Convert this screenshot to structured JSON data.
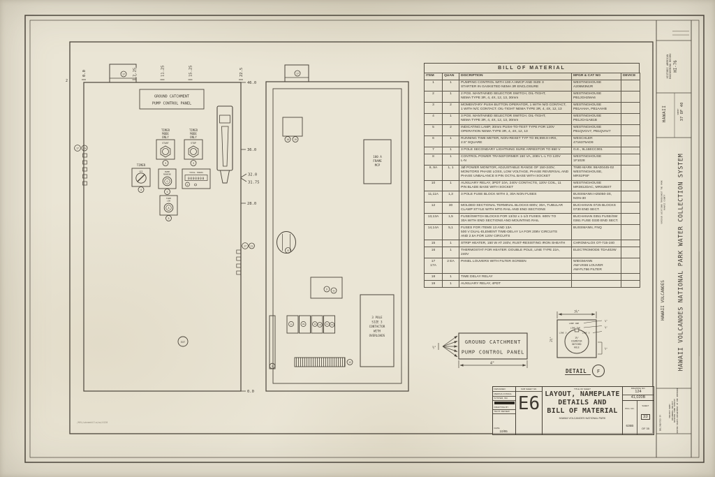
{
  "left_panel": {
    "top_dims": [
      "0.0",
      "7.25",
      "11.25",
      "15.25",
      "22.5"
    ],
    "right_dims": [
      "46.0",
      "36.0",
      "32.0",
      "31.75",
      "28.0",
      "0.0"
    ],
    "nameplate_line1": "GROUND CATCHMENT",
    "nameplate_line2": "PUMP CONTROL PANEL",
    "timer_mode_1": "TIMER",
    "timer_mode_2": "MODE",
    "timer_mode_3": "ONLY",
    "start": "START",
    "stop": "STOP",
    "timer": "TIMER",
    "timer_off": "OFF",
    "pump_label_1": "PUMP",
    "pump_label_2": "RUNNING",
    "pump_letter": "G",
    "total_hours": "TOTAL HOURS",
    "meter_digits": "0000000",
    "tank_label_1": "TANK",
    "tank_label_2": "LOW",
    "tank_letter": "A",
    "ext": "EXT",
    "stray_mark": "2"
  },
  "middle_panel": {
    "mcp_1": "100 A",
    "mcp_2": "FRAME",
    "mcp_3": "MCP",
    "contactor_1": "3 POLE",
    "contactor_2": "SIZE 3",
    "contactor_3": "CONTACTOR",
    "contactor_4": "WITH",
    "contactor_5": "OVERLOADS"
  },
  "callouts": {
    "c17": "17",
    "c17a": "17A",
    "c3": "3",
    "c4": "4",
    "c5": "5",
    "c6": "6",
    "c8": "8",
    "c9": "9",
    "c9a": "9A",
    "c11": "11",
    "c11a": "11A",
    "c12": "12",
    "c13": "13",
    "c13a": "13A",
    "c14": "14",
    "c14a": "14A",
    "c15": "15",
    "c18": "18",
    "c19": "19"
  },
  "nameplate_detail": {
    "line1": "GROUND CATCHMENT",
    "line2": "PUMP CONTROL PANEL",
    "width_dim": "4\"",
    "left_dim": "½\""
  },
  "detail_f": {
    "label": "DETAIL",
    "letter": "F",
    "line_one": "LINE ONE",
    "line_two": "LINE TWO",
    "line_3l": "LINE 3",
    "line_3r": "LINE 3",
    "hole_1": "1⅝\"",
    "hole_2": "DIAMETER",
    "hole_3": "NOTCHED",
    "hole_4": "HOLE",
    "top_dim": "3½\"",
    "left_dim": "2½\"",
    "dim_quarter": "¼\"",
    "dim_eighth": "⅛\"",
    "dim_half": "½\""
  },
  "bom": {
    "title": "BILL OF MATERIAL",
    "columns": [
      "ITEM",
      "QUAN",
      "DISCRIPTION",
      "MFGR & CAT NO",
      "DEVICE"
    ],
    "rows": [
      {
        "item": "1",
        "quan": "1",
        "desc": "PUMPING CONTROL WITH 100 A HMCP AND SIZE 3\nSTARTER IN GASKETED NEMA 3R ENCLOSURE",
        "mfgr": "WESTINGHOUSE\nA206M3MJR",
        "device": ""
      },
      {
        "item": "2",
        "quan": "1",
        "desc": "2 POS. MANTAINED SELECTOR SWITCH, OIL-TIGHT,\nNEMA TYPE 3R, 4, 4X, 12, 13, 30mm",
        "mfgr": "WESTINGHOUSE\nPB1JGH2MA6",
        "device": ""
      },
      {
        "item": "3",
        "quan": "2",
        "desc": "MOMENTARY PUSH BUTTON OPERATOR, 1 WITH N/O CONTACT,\n1 WITH N/C CONTACT. OIL-TIGHT NEMA TYPE 3R, 4, 4X, 12, 13",
        "mfgr": "WESTINGHOUSE\nPB1AAHA, PB1AAHB",
        "device": ""
      },
      {
        "item": "4",
        "quan": "1",
        "desc": "3 POS. MANTAINED SELECTOR SWITCH. OIL-TIGHT,\nNEMA TYPE 3R, 4, 4X, 12, 13, 30mm",
        "mfgr": "WESTINGHOUSE\nPB1JCH1AB1B",
        "device": ""
      },
      {
        "item": "5",
        "quan": "2",
        "desc": "INDICATING LAMP, 30mm PUSH-TO-TEST TYPE FOR 120V\nOPERATION NEMA TYPE 3R, 4, 4X, 12, 13",
        "mfgr": "WESTINGHOUSE\nPB1QVGV7, PB1QVAV7",
        "device": ""
      },
      {
        "item": "6",
        "quan": "1",
        "desc": "RUNNING TIME METER, NON-RESET TYP TO 99,999.9 HRS,\n2.5\" SQUARE",
        "mfgr": "WESCHLER\n4716375AD9",
        "device": ""
      },
      {
        "item": "7",
        "quan": "1",
        "desc": "3 POLE SECONDARY LIGHTNING SURE ARRESTOR TO 650 V",
        "mfgr": "G.E., 9L15ECC001",
        "device": ""
      },
      {
        "item": "8",
        "quan": "1",
        "desc": "CONTROL POWER TRANSFORMER 150 VA, 208V L-L TO 120V\nL-N",
        "mfgr": "WESTINGHOUSE\n1F1028",
        "device": ""
      },
      {
        "item": "9, 9A",
        "quan": "1, 1",
        "desc": "3Ø POWER MONITOR, ADJUSTABLE RANGE OF 150-240V,\nMONITORS PHASE LOSS, LOW VOLTAGE, PHASE REVERSAL AND\nPHASE UNBALANCE 8 PIN OCTAL BASE WITH SOCKET",
        "mfgr": "TIME-MARK 98A00445-02\nWESTINGHOUSE, MRS2PSF",
        "device": ""
      },
      {
        "item": "10",
        "quan": "1",
        "desc": "AUXILIARY RELAY, 3PDT 10A, 240V CONTACTS, 120V COIL, 11\nPIN BLADE BASE WITH SOCKET",
        "mfgr": "WESTINGHOUSE\nMR3812DAC, MRS2BST",
        "device": ""
      },
      {
        "item": "11,11A",
        "quan": "1,3",
        "desc": "3 POLE FUSE BLOCK WITH 3, 30A NON FUSES",
        "mfgr": "BUSSMANN H25050-3S, NON-30",
        "device": ""
      },
      {
        "item": "12",
        "quan": "30",
        "desc": "MOLDED SECTIONAL TERMINAL BLOCKS 600V, 30A, TUBULAR\nCLAMP STYLE WITH MTG RAIL AND END SECTIONS",
        "mfgr": "BUCHANAN 0725 BLOCKS\n0730 END SECT.",
        "device": ""
      },
      {
        "item": "13,13A",
        "quan": "1,5",
        "desc": "FUSE/SWITCH BLOCKS FOR 13/32 x 1-1/2 FUSES. 600V TO\n30A WITH END SECTIONS AND MOUNTING RAIL",
        "mfgr": "BUCHANAN 0351 FUSE/SW\n0361 FUSE 0330 END SECT.",
        "device": ""
      },
      {
        "item": "14,14A",
        "quan": "5,1",
        "desc": "FUSES FOR ITEMS 13 AND 13A\n500 V DUAL-ELEMENT TIME-DELAY 1A FOR 208V CIRCUITS\nAND 2.5A FOR 120V CIRCUITS",
        "mfgr": "BUSSMANN, FNQ",
        "device": ""
      },
      {
        "item": "15",
        "quan": "1",
        "desc": "STRIP HEATER, 150 W AT 240V, RUST-RESISTING IRON SHEATH",
        "mfgr": "CHROMALOX OT-715-240",
        "device": ""
      },
      {
        "item": "16",
        "quan": "1",
        "desc": "THERMOSTAT FOR HEATER: DOUBLE POLE, LINE TYPE 22A,\n240V",
        "mfgr": "ELECTROMODE TDA402W",
        "device": ""
      },
      {
        "item": "17\n17A",
        "quan": "2 EA",
        "desc": "PANEL LOUVERS WITH FILTER SCREEN",
        "mfgr": "WIEGMANN\nAW-VK66 LOUVER\nAW-FLT66 FILTER",
        "device": ""
      },
      {
        "item": "18",
        "quan": "1",
        "desc": "TIME DELAY RELAY",
        "mfgr": "",
        "device": ""
      },
      {
        "item": "19",
        "quan": "1",
        "desc": "AUXILIARY RELAY, 4PDT",
        "mfgr": "",
        "device": ""
      }
    ]
  },
  "titleblock": {
    "designed": "DESIGNED:",
    "firm1": "MEDINA CONSUL",
    "firm2": "SYSTEM, INC",
    "drafting": "DRAFTING BY",
    "review": "TECH. REVIEW",
    "date_label": "DATE",
    "date": "10/95",
    "subsheet_label": "SUB SHEET NO.",
    "subsheet": "E6",
    "title_label": "TITLE OF SHEET",
    "title1": "LAYOUT, NAMEPLATE",
    "title2": "DETAILS AND",
    "title3": "BILL OF MATERIAL",
    "subtitle": "HAWAII VOLCANOES NATIONAL PARK",
    "drawing_no_label": "DRAWING NO.",
    "drawing_no1": "124",
    "drawing_no2": "41,020B",
    "pkg_label": "PKG. NO.",
    "pkg": "636B",
    "sheet_label": "SHEET",
    "sheet_no": "33",
    "of": "OF 35"
  },
  "margin": {
    "haer1": "HISTORIC AMERICAN",
    "haer2": "ENGINEERING RECORD",
    "haer_code": "HI-76",
    "sheet_label": "SHEET",
    "sheet_no": "37 OF 40",
    "state": "HAWAII",
    "title": "HAWAII VOLCANOES NATIONAL PARK WATER COLLECTION SYSTEM",
    "location1": "VARIOUS LOCATIONS THROUGHOUT THE PARK",
    "location2": "HAWAII COUNTY",
    "park": "HAWAII VOLCANOES",
    "project1": "PROJECT NAME:",
    "project2": "RECORDING PROJECT",
    "project3": "NATIONAL PARK SERVICE",
    "project4": "UNITED STATES DEPARTMENT OF THE INTERIOR",
    "delineated": "DELINEATED BY"
  },
  "footer_note": "/HVL/winmedillo/ws/4120"
}
